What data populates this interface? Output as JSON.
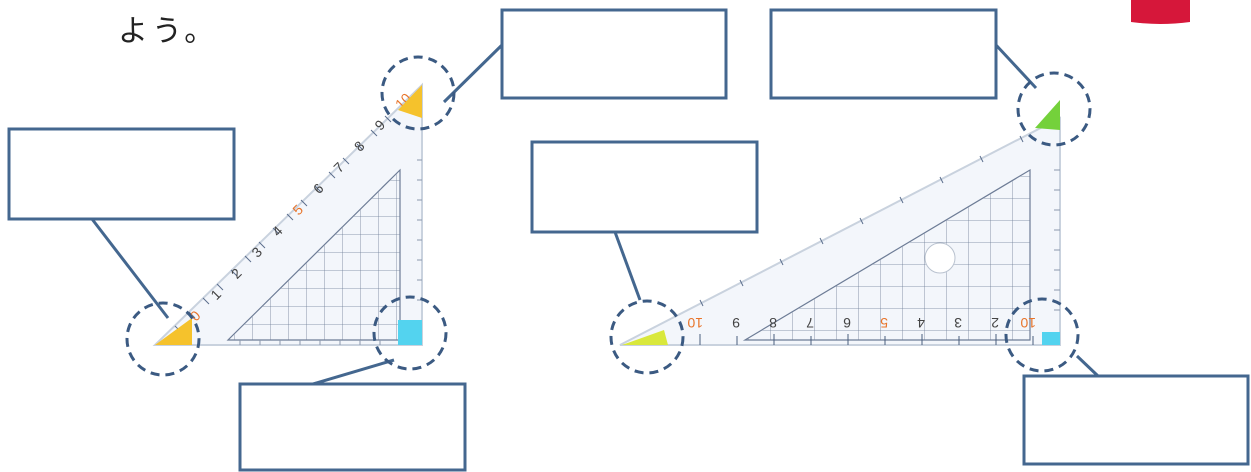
{
  "heading": "よう。",
  "colors": {
    "box_stroke": "#44678f",
    "circle_stroke": "#3b5a82",
    "corner_yellow": "#f5c22c",
    "corner_green": "#74d13b",
    "corner_cyan": "#53d3ef",
    "corner_lime": "#d9e83c",
    "ruler_accent": "#e8742a",
    "badge_red": "#d6173a"
  },
  "left_triangle": {
    "hypotenuse_labels": [
      "0",
      "1",
      "2",
      "3",
      "4",
      "5",
      "6",
      "7",
      "8",
      "9",
      "10"
    ]
  },
  "right_triangle": {
    "base_labels": [
      "10",
      "9",
      "8",
      "7",
      "6",
      "5",
      "4",
      "3",
      "2",
      "10"
    ]
  },
  "answer_boxes": [
    {
      "id": "box-top-center",
      "text": ""
    },
    {
      "id": "box-top-right",
      "text": ""
    },
    {
      "id": "box-left",
      "text": ""
    },
    {
      "id": "box-middle",
      "text": ""
    },
    {
      "id": "box-bottom-left",
      "text": ""
    },
    {
      "id": "box-bottom-right",
      "text": ""
    }
  ]
}
